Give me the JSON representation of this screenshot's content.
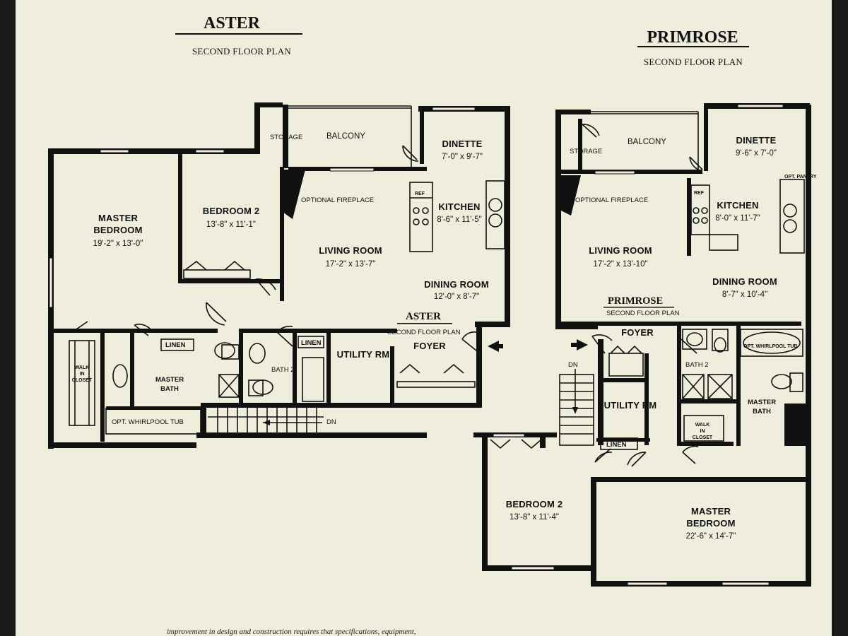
{
  "plans": [
    {
      "title": "ASTER",
      "subtitle": "SECOND FLOOR PLAN",
      "inner_title": "ASTER",
      "inner_subtitle": "SECOND FLOOR PLAN",
      "rooms": {
        "storage": "STORAGE",
        "balcony": "BALCONY",
        "dinette": "DINETTE",
        "dinette_dim": "7'-0\" x 9'-7\"",
        "ref": "REF",
        "kitchen": "KITCHEN",
        "kitchen_dim": "8'-6\" x 11'-5\"",
        "fireplace": "OPTIONAL FIREPLACE",
        "master_bedroom_1": "MASTER",
        "master_bedroom_2": "BEDROOM",
        "master_bedroom_dim": "19'-2\" x 13'-0\"",
        "bedroom2": "BEDROOM 2",
        "bedroom2_dim": "13'-8\" x 11'-1\"",
        "living": "LIVING ROOM",
        "living_dim": "17'-2\" x 13'-7\"",
        "dining": "DINING ROOM",
        "dining_dim": "12'-0\" x 8'-7\"",
        "linen_a": "LINEN",
        "linen_b": "LINEN",
        "utility": "UTILITY RM",
        "foyer": "FOYER",
        "closet_1": "WALK",
        "closet_2": "IN",
        "closet_3": "CLOSET",
        "master_bath_1": "MASTER",
        "master_bath_2": "BATH",
        "bath2": "BATH 2",
        "whirlpool": "OPT. WHIRLPOOL TUB",
        "dn": "DN"
      }
    },
    {
      "title": "PRIMROSE",
      "subtitle": "SECOND FLOOR PLAN",
      "inner_title": "PRIMROSE",
      "inner_subtitle": "SECOND FLOOR PLAN",
      "rooms": {
        "storage": "STORAGE",
        "balcony": "BALCONY",
        "dinette": "DINETTE",
        "dinette_dim": "9'-6\" x 7'-0\"",
        "pantry": "OPT. PANTRY",
        "ref": "REF",
        "kitchen": "KITCHEN",
        "kitchen_dim": "8'-0\" x 11'-7\"",
        "fireplace": "OPTIONAL FIREPLACE",
        "living": "LIVING ROOM",
        "living_dim": "17'-2\" x 13'-10\"",
        "dining": "DINING ROOM",
        "dining_dim": "8'-7\" x 10'-4\"",
        "foyer": "FOYER",
        "whirlpool": "OPT. WHIRLPOOL TUB",
        "bath2": "BATH 2",
        "dn": "DN",
        "utility": "UTILITY RM",
        "master_bath_1": "MASTER",
        "master_bath_2": "BATH",
        "closet_1": "WALK",
        "closet_2": "IN",
        "closet_3": "CLOSET",
        "linen": "LINEN",
        "bedroom2": "BEDROOM 2",
        "bedroom2_dim": "13'-8\" x 11'-4\"",
        "master_bedroom_1": "MASTER",
        "master_bedroom_2": "BEDROOM",
        "master_bedroom_dim": "22'-6\" x 14'-7\""
      }
    }
  ],
  "footer_text": "improvement in design and construction requires that specifications, equipment,"
}
